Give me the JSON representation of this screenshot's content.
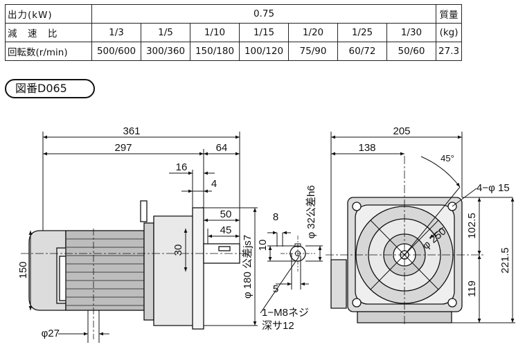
{
  "spec_table": {
    "row_output_label": "出力(kW)",
    "output_value": "0.75",
    "weight_label": "質量",
    "row_ratio_label": "減　速　比",
    "ratios": [
      "1/3",
      "1/5",
      "1/10",
      "1/15",
      "1/20",
      "1/25",
      "1/30"
    ],
    "weight_unit": "(kg)",
    "row_speed_label": "回転数(r/min)",
    "speeds": [
      "500/600",
      "300/360",
      "150/180",
      "100/120",
      "75/90",
      "60/72",
      "50/60"
    ],
    "weight_value": "27.3"
  },
  "figure_label": "図番D065",
  "dimensions": {
    "d361": "361",
    "d297": "297",
    "d64": "64",
    "d16": "16",
    "d4": "4",
    "d50": "50",
    "d45": "45",
    "d30": "30",
    "d150": "150",
    "d27": "φ27",
    "d180": "φ 180 公差js7",
    "d8": "8",
    "d10": "10",
    "d5": "5",
    "d32": "φ 32公差h6",
    "tap": "1−M8ネジ",
    "tap_depth": "深サ12",
    "d205": "205",
    "d138": "138",
    "d45deg": "45°",
    "holes": "4−φ 15",
    "d250": "φ 250",
    "d102_5": "102.5",
    "d221_5": "221.5",
    "d119": "119"
  }
}
